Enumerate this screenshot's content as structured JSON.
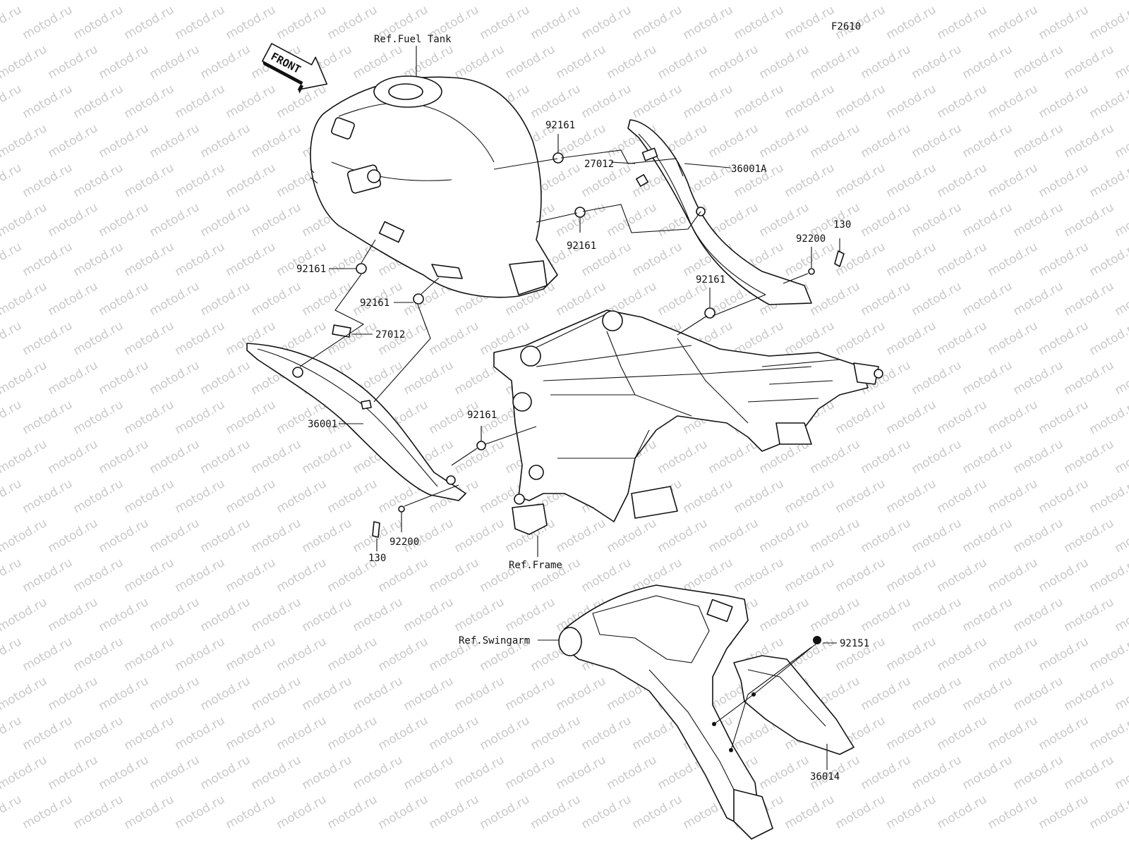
{
  "diagram": {
    "code": "F2610",
    "watermark": "motod.ru",
    "front_arrow": "FRONT",
    "references": {
      "fuel_tank": "Ref.Fuel Tank",
      "frame": "Ref.Frame",
      "swingarm": "Ref.Swingarm"
    },
    "callouts": {
      "c_92161_a": "92161",
      "c_27012_a": "27012",
      "c_36001A": "36001A",
      "c_92161_b": "92161",
      "c_130_a": "130",
      "c_92200_a": "92200",
      "c_92161_c": "92161",
      "c_92161_d": "92161",
      "c_92161_e": "92161",
      "c_27012_b": "27012",
      "c_36001": "36001",
      "c_92161_f": "92161",
      "c_130_b": "130",
      "c_92200_b": "92200",
      "c_92151": "92151",
      "c_36014": "36014"
    }
  }
}
